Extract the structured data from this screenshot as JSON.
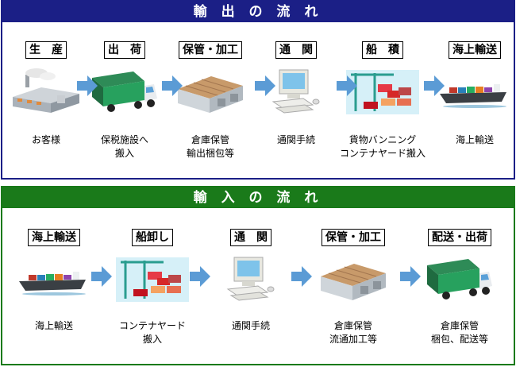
{
  "export": {
    "title": "輸 出 の 流 れ",
    "steps": [
      {
        "label": "生　産",
        "caption": "お客様",
        "icon": "factory-icon"
      },
      {
        "label": "出　荷",
        "caption": "保税施設へ\n搬入",
        "icon": "truck-icon"
      },
      {
        "label": "保管・加工",
        "caption": "倉庫保管\n輸出梱包等",
        "icon": "warehouse-icon"
      },
      {
        "label": "通　関",
        "caption": "通関手続",
        "icon": "computer-icon"
      },
      {
        "label": "船　積",
        "caption": "貨物バンニング\nコンテナヤード搬入",
        "icon": "container-crane-icon"
      },
      {
        "label": "海上輸送",
        "caption": "海上輸送",
        "icon": "ship-icon"
      }
    ]
  },
  "import": {
    "title": "輸 入 の 流 れ",
    "steps": [
      {
        "label": "海上輸送",
        "caption": "海上輸送",
        "icon": "ship-icon"
      },
      {
        "label": "船卸し",
        "caption": "コンテナヤード\n搬入",
        "icon": "container-crane-icon"
      },
      {
        "label": "通　関",
        "caption": "通関手続",
        "icon": "computer-icon"
      },
      {
        "label": "保管・加工",
        "caption": "倉庫保管\n流通加工等",
        "icon": "warehouse-icon"
      },
      {
        "label": "配送・出荷",
        "caption": "倉庫保管\n梱包、配送等",
        "icon": "truck-icon"
      }
    ]
  },
  "colors": {
    "export_banner": "#1b1f86",
    "import_banner": "#1a7a1a",
    "arrow": "#5b9bd5"
  }
}
